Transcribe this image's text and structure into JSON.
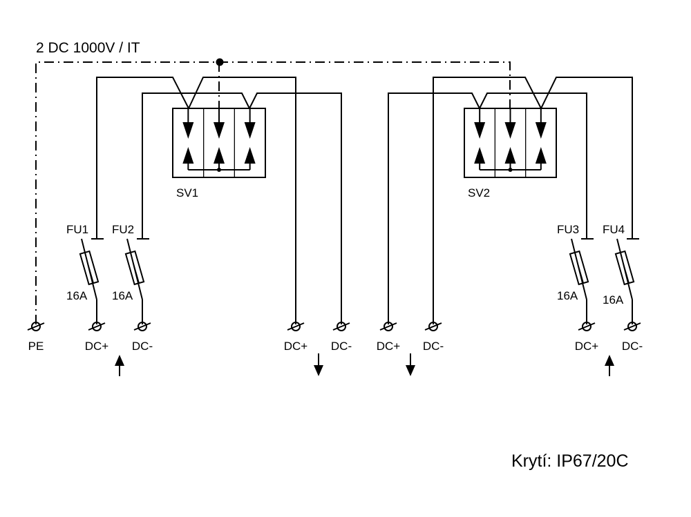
{
  "title": "2 DC 1000V / IT",
  "footer": "Krytí: IP67/20C",
  "surge_protectors": [
    {
      "id": "SV1",
      "label": "SV1"
    },
    {
      "id": "SV2",
      "label": "SV2"
    }
  ],
  "fuses": [
    {
      "id": "FU1",
      "label": "FU1",
      "rating": "16A"
    },
    {
      "id": "FU2",
      "label": "FU2",
      "rating": "16A"
    },
    {
      "id": "FU3",
      "label": "FU3",
      "rating": "16A"
    },
    {
      "id": "FU4",
      "label": "FU4",
      "rating": "16A"
    }
  ],
  "terminals": [
    {
      "label": "PE"
    },
    {
      "label": "DC+",
      "direction": "in"
    },
    {
      "label": "DC-",
      "direction": "in"
    },
    {
      "label": "DC+",
      "direction": "out"
    },
    {
      "label": "DC-",
      "direction": "out"
    },
    {
      "label": "DC+",
      "direction": "out"
    },
    {
      "label": "DC-",
      "direction": "out"
    },
    {
      "label": "DC+",
      "direction": "in"
    },
    {
      "label": "DC-",
      "direction": "in"
    }
  ],
  "colors": {
    "line": "#000000",
    "background": "#ffffff"
  }
}
